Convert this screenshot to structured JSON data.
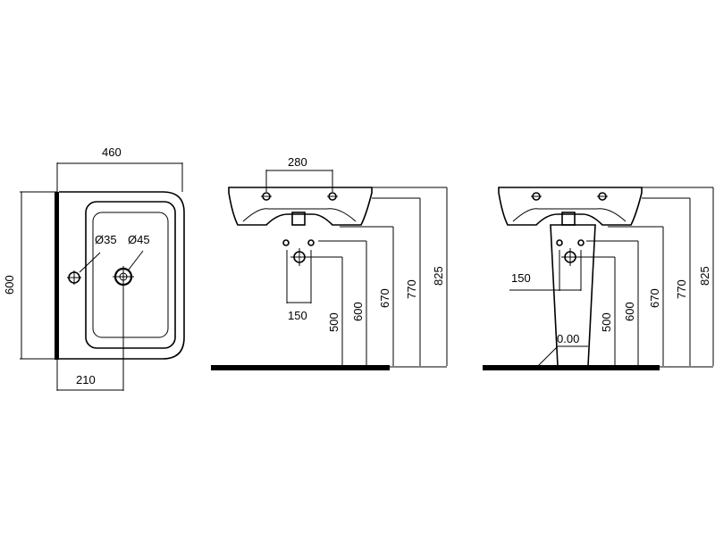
{
  "top_view": {
    "width": "460",
    "depth": "600",
    "overflow_diameter": "Ø35",
    "tap_hole_diameter": "Ø45",
    "tap_offset": "210"
  },
  "front_view": {
    "holes_spacing": "280",
    "waste_offset": "150",
    "heights": [
      "500",
      "600",
      "670",
      "770",
      "825"
    ]
  },
  "side_view": {
    "waste_offset": "150",
    "floor_level": "0.00",
    "heights": [
      "500",
      "600",
      "670",
      "770",
      "825"
    ]
  }
}
